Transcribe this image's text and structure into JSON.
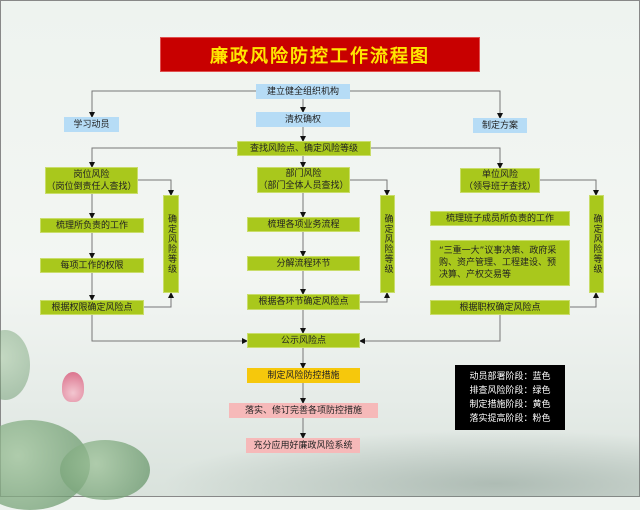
{
  "title": "廉政风险防控工作流程图",
  "colors": {
    "blue_stage": "#b6dcf6",
    "green_stage": "#a9c81c",
    "yellow_stage": "#f6c80c",
    "pink_stage": "#f6b9b9",
    "title_bg": "#c80000",
    "title_text": "#ffe600"
  },
  "top": {
    "org": "建立健全组织机构",
    "mobilize": "学习动员",
    "clarify": "清权确权",
    "plan": "制定方案",
    "find": "查找风险点、确定风险等级"
  },
  "columns": {
    "post": {
      "head_line1": "岗位风险",
      "head_line2": "（岗位倒责任人查找）",
      "steps": [
        "梳理所负责的工作",
        "每项工作的权限",
        "根据权限确定风险点"
      ],
      "side": "确定风险等级"
    },
    "dept": {
      "head_line1": "部门风险",
      "head_line2": "（部门全体人员查找）",
      "steps": [
        "梳理各项业务流程",
        "分解流程环节",
        "根据各环节确定风险点"
      ],
      "side": "确定风险等级"
    },
    "unit": {
      "head_line1": "单位风险",
      "head_line2": "（领导班子查找）",
      "steps": [
        "梳理班子成员所负责的工作",
        "“三重一大”议事决策、政府采购、资产管理、工程建设、预决算、产权交易等",
        "根据职权确定风险点"
      ],
      "side": "确定风险等级"
    }
  },
  "bottom": {
    "publish": "公示风险点",
    "measures": "制定风险防控措施",
    "implement": "落实、修订完善各项防控措施",
    "apply": "充分应用好廉政风险系统"
  },
  "legend": [
    "动员部署阶段：蓝色",
    "排查风险阶段：绿色",
    "制定措施阶段：黄色",
    "落实提高阶段：粉色"
  ]
}
